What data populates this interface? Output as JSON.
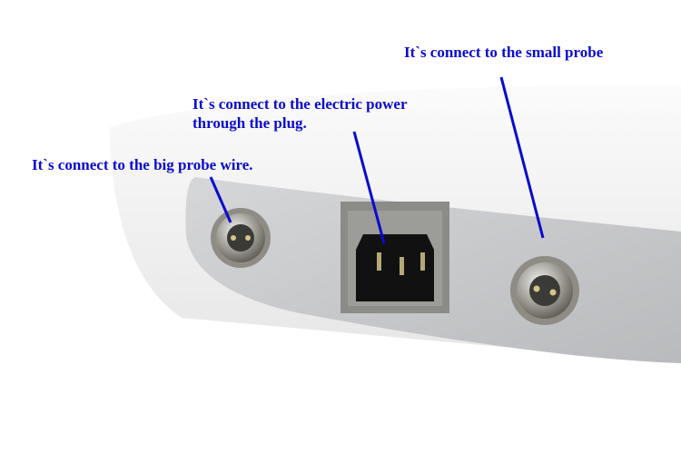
{
  "annotations": {
    "small_probe": "It`s connect to the small probe",
    "power_line1": "It`s connect to the electric power",
    "power_line2": "through the plug.",
    "big_probe": "It`s connect to the big probe wire."
  },
  "colors": {
    "label": "#0a0ad0",
    "panel": "#c9cacc",
    "body": "#f3f3f3"
  }
}
